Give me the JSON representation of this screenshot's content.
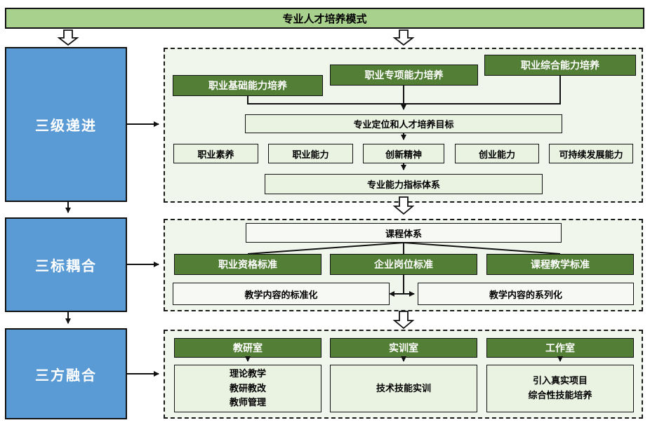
{
  "banner": {
    "label": "专业人才培养模式"
  },
  "stages": [
    {
      "label": "三级递进"
    },
    {
      "label": "三标耦合"
    },
    {
      "label": "三方融合"
    }
  ],
  "panel1": {
    "green_boxes": [
      "职业基础能力培养",
      "职业专项能力培养",
      "职业综合能力培养"
    ],
    "target_box": "专业定位和人才培养目标",
    "ability_row": [
      "职业素养",
      "职业能力",
      "创新精神",
      "创业能力",
      "可持续发展能力"
    ],
    "index_box": "专业能力指标体系"
  },
  "panel2": {
    "top_box": "课程体系",
    "standards": [
      "职业资格标准",
      "企业岗位标准",
      "课程教学标准"
    ],
    "bottom_boxes": [
      "教学内容的标准化",
      "教学内容的系列化"
    ]
  },
  "panel3": {
    "rooms": [
      "教研室",
      "实训室",
      "工作室"
    ],
    "contents": [
      "理论教学\n教研教改\n教师管理",
      "技术技能实训",
      "引入真实项目\n综合性技能培养"
    ]
  },
  "colors": {
    "banner_green": "#a9d18e",
    "dark_green": "#527f35",
    "blue": "#5b9bd5",
    "panel_bg": "#f1f6ec",
    "light_fill": "#eaf2e2",
    "white_fill": "#f7f9f4",
    "line": "#111111"
  }
}
